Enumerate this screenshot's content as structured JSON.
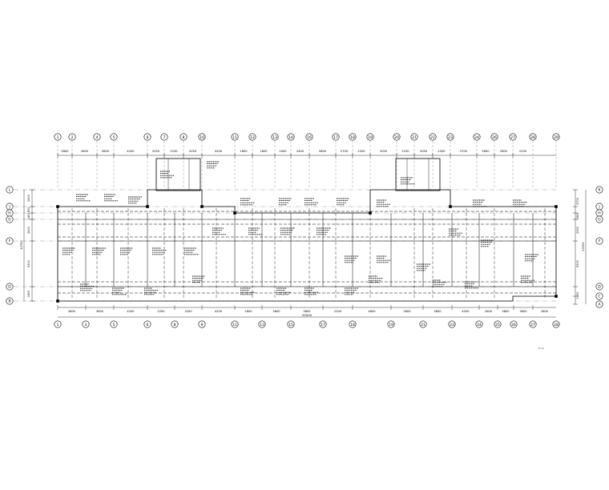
{
  "drawing": {
    "top_axis_labels": [
      "1",
      "2",
      "4",
      "5",
      "6",
      "7",
      "8",
      "10",
      "11",
      "12",
      "13",
      "14",
      "16",
      "17",
      "18",
      "19",
      "20",
      "21",
      "22",
      "23",
      "24",
      "26",
      "27",
      "28",
      "29"
    ],
    "top_dims": [
      "5800",
      "2800",
      "5800",
      "4200",
      "2050",
      "2150",
      "2050",
      "4200",
      "1800",
      "1800",
      "2400",
      "2400",
      "5800",
      "2700",
      "2200",
      "2050",
      "2150",
      "2050",
      "2200",
      "2700",
      "5800",
      "2800",
      "2200"
    ],
    "left_axis_labels": [
      "L",
      "J",
      "H",
      "G",
      "F",
      "D",
      "B"
    ],
    "left_dims": [
      "2400",
      "600",
      "2400",
      "2400",
      "5200",
      "1800"
    ],
    "left_total": "12700",
    "right_axis_labels": [
      "K",
      "J",
      "H",
      "G",
      "F",
      "D",
      "C",
      "A"
    ],
    "right_dims": [
      "2700",
      "1800",
      "2300",
      "5200",
      "1400"
    ],
    "right_total": "13700",
    "bottom_axis_labels": [
      "1",
      "3",
      "5",
      "6",
      "8",
      "9",
      "11",
      "13",
      "15",
      "17",
      "18",
      "19",
      "21",
      "23",
      "24",
      "25",
      "26",
      "27",
      "28"
    ],
    "bottom_dims": [
      "3800",
      "3800",
      "4200",
      "2200",
      "3200",
      "4200",
      "2800",
      "3800",
      "3800",
      "2200",
      "4800",
      "2800",
      "3800",
      "4200",
      "2800",
      "3800",
      "3800",
      "2800",
      "3800"
    ],
    "bottom_total": "55000",
    "note": "~~"
  }
}
